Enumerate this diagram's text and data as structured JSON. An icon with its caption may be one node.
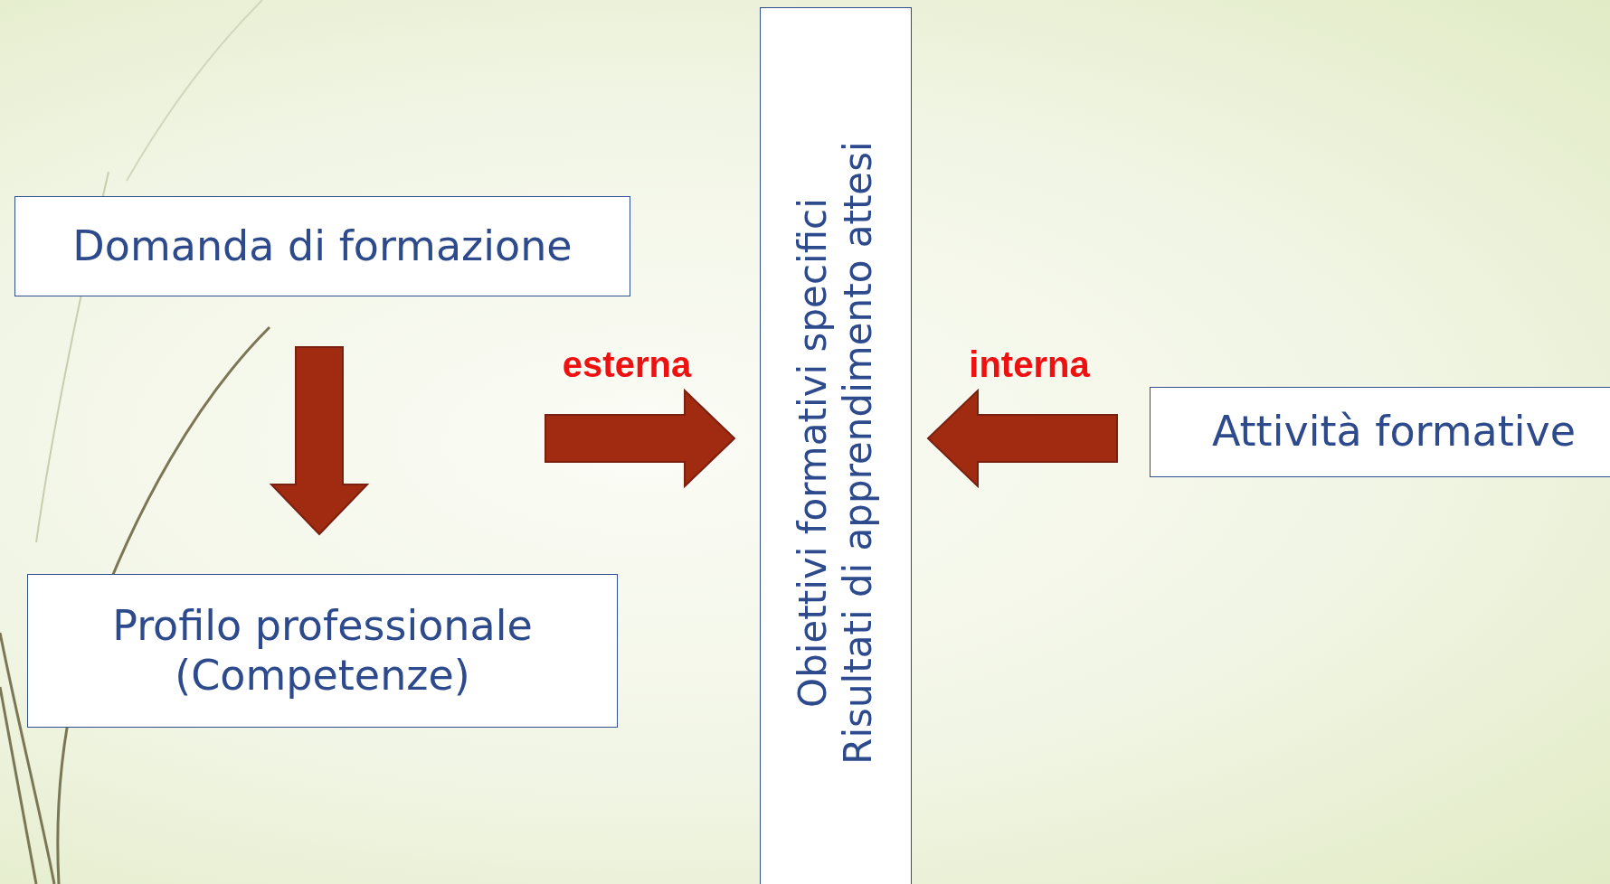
{
  "diagram": {
    "nodes": [
      {
        "text": [
          "Domanda di formazione"
        ]
      },
      {
        "text": [
          "Profilo professionale (Competenze)"
        ]
      },
      {
        "text": [
          "Obiettivi formativi specifici",
          "Risultati di apprendimento attesi"
        ]
      },
      {
        "text": [
          "Attività formative"
        ]
      }
    ],
    "edges": [
      {
        "from": 0,
        "to": 1,
        "arrow": "to"
      },
      {
        "from": null,
        "to": 2,
        "arrow": "to",
        "label": "esterna"
      },
      {
        "from": 3,
        "to": 2,
        "arrow": "to",
        "label": "interna"
      }
    ]
  }
}
